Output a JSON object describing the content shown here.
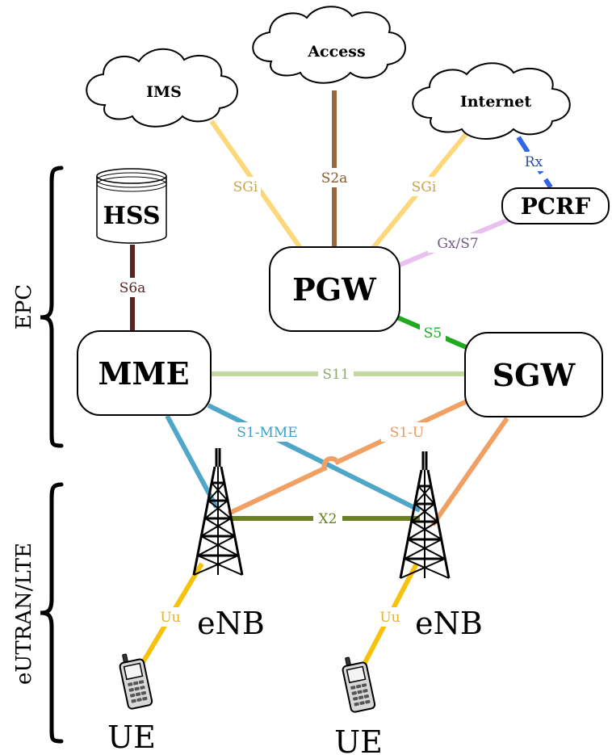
{
  "diagram": {
    "clouds": {
      "ims": "IMS",
      "access": "Access",
      "internet": "Internet"
    },
    "nodes": {
      "hss": "HSS",
      "pcrf": "PCRF",
      "pgw": "PGW",
      "mme": "MME",
      "sgw": "SGW"
    },
    "interfaces": {
      "sgi_ims": "SGi",
      "s2a": "S2a",
      "sgi_internet": "SGi",
      "rx": "Rx",
      "gx_s7": "Gx/S7",
      "s6a": "S6a",
      "s5": "S5",
      "s11": "S11",
      "s1_mme": "S1-MME",
      "s1_u": "S1-U",
      "x2": "X2",
      "uu_left": "Uu",
      "uu_right": "Uu"
    },
    "base_stations": {
      "left": "eNB",
      "right": "eNB"
    },
    "user_equipment": {
      "left": "UE",
      "right": "UE"
    },
    "groups": {
      "epc": "EPC",
      "eutran": "eUTRAN/LTE"
    },
    "colors": {
      "sgi": "#fdd87a",
      "s2a": "#9b6a3a",
      "rx": "#3366e6",
      "gx": "#e8c1ee",
      "s6a": "#5a2424",
      "s5": "#1faa1f",
      "s11": "#c5d8a4",
      "s1_mme": "#4fa6c9",
      "s1_u": "#f0a062",
      "x2": "#6b8021",
      "uu": "#f7c20d"
    }
  }
}
